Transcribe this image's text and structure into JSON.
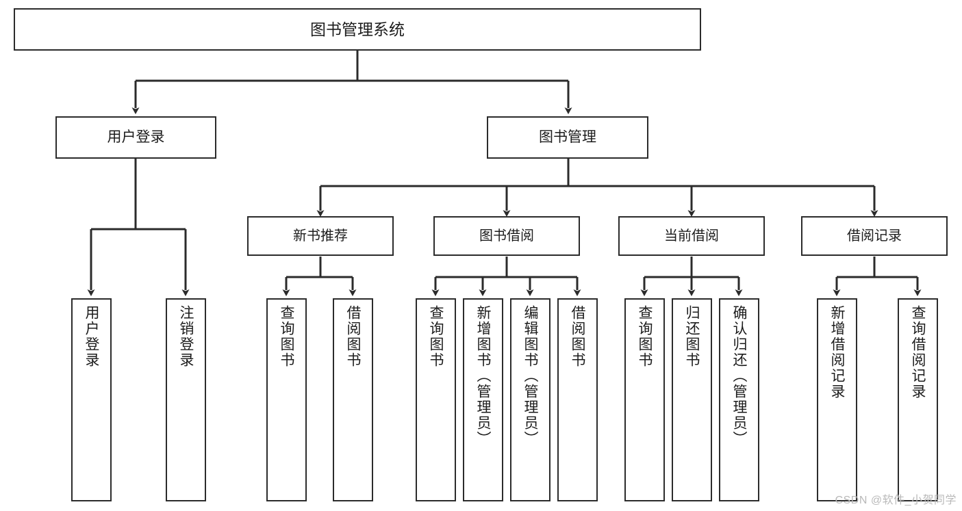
{
  "diagram": {
    "title": "图书管理系统",
    "type": "tree-hierarchy-diagram",
    "stroke_color": "#2b2b2b",
    "fill_color": "#ffffff",
    "text_color": "#1c1c1c",
    "root": {
      "label": "图书管理系统"
    },
    "level1": [
      {
        "label": "用户登录"
      },
      {
        "label": "图书管理"
      }
    ],
    "level2": [
      {
        "label": "新书推荐"
      },
      {
        "label": "图书借阅"
      },
      {
        "label": "当前借阅"
      },
      {
        "label": "借阅记录"
      }
    ],
    "leaves": {
      "user_login": [
        {
          "label": "用户登录"
        },
        {
          "label": "注销登录"
        }
      ],
      "new_book": [
        {
          "label": "查询图书"
        },
        {
          "label": "借阅图书"
        }
      ],
      "book_borrow": [
        {
          "label": "查询图书"
        },
        {
          "label": "新增图书（管理员）"
        },
        {
          "label": "编辑图书（管理员）"
        },
        {
          "label": "借阅图书"
        }
      ],
      "current_borrow": [
        {
          "label": "查询图书"
        },
        {
          "label": "归还图书"
        },
        {
          "label": "确认归还（管理员）"
        }
      ],
      "borrow_record": [
        {
          "label": "新增借阅记录"
        },
        {
          "label": "查询借阅记录"
        }
      ]
    }
  },
  "watermark": {
    "text": "CSDN @软件_小贺同学"
  }
}
